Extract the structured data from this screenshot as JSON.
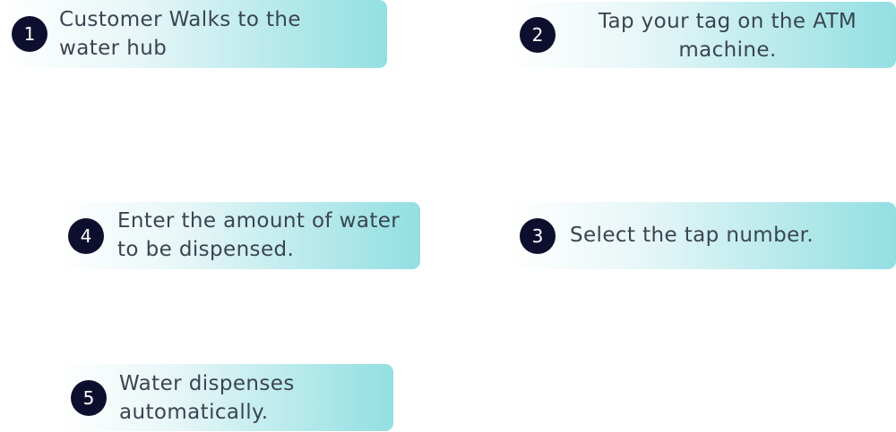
{
  "steps": [
    {
      "number": "1",
      "text": "Customer Walks to the water hub"
    },
    {
      "number": "2",
      "text": "Tap your tag on the ATM machine."
    },
    {
      "number": "3",
      "text": "Select the tap number."
    },
    {
      "number": "4",
      "text": "Enter the amount of water to be dispensed."
    },
    {
      "number": "5",
      "text": "Water dispenses automatically."
    }
  ],
  "colors": {
    "badge": "#0e0f2e",
    "badge_text": "#ffffff",
    "card_gradient_end": "#92dfe2",
    "text": "#3a4550"
  }
}
